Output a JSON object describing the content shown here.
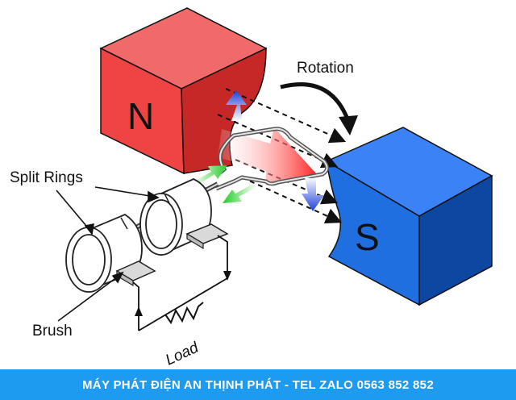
{
  "diagram": {
    "north_label": "N",
    "south_label": "S",
    "rotation_label": "Rotation",
    "split_rings_label": "Split Rings",
    "brush_label": "Brush",
    "load_label": "Load",
    "colors": {
      "north_front": "#ef4444",
      "north_side": "#c62828",
      "north_top": "#f06a6a",
      "south_front": "#1f6fe0",
      "south_side": "#0d47a1",
      "south_top": "#3b82f6",
      "field_arrow": "#ff2a2a",
      "current_arrow": "#33cc33",
      "force_arrow": "#1f3fd8"
    }
  },
  "footer": {
    "text": "MÁY PHÁT ĐIỆN AN THỊNH PHÁT - TEL ZALO 0563 852 852"
  }
}
